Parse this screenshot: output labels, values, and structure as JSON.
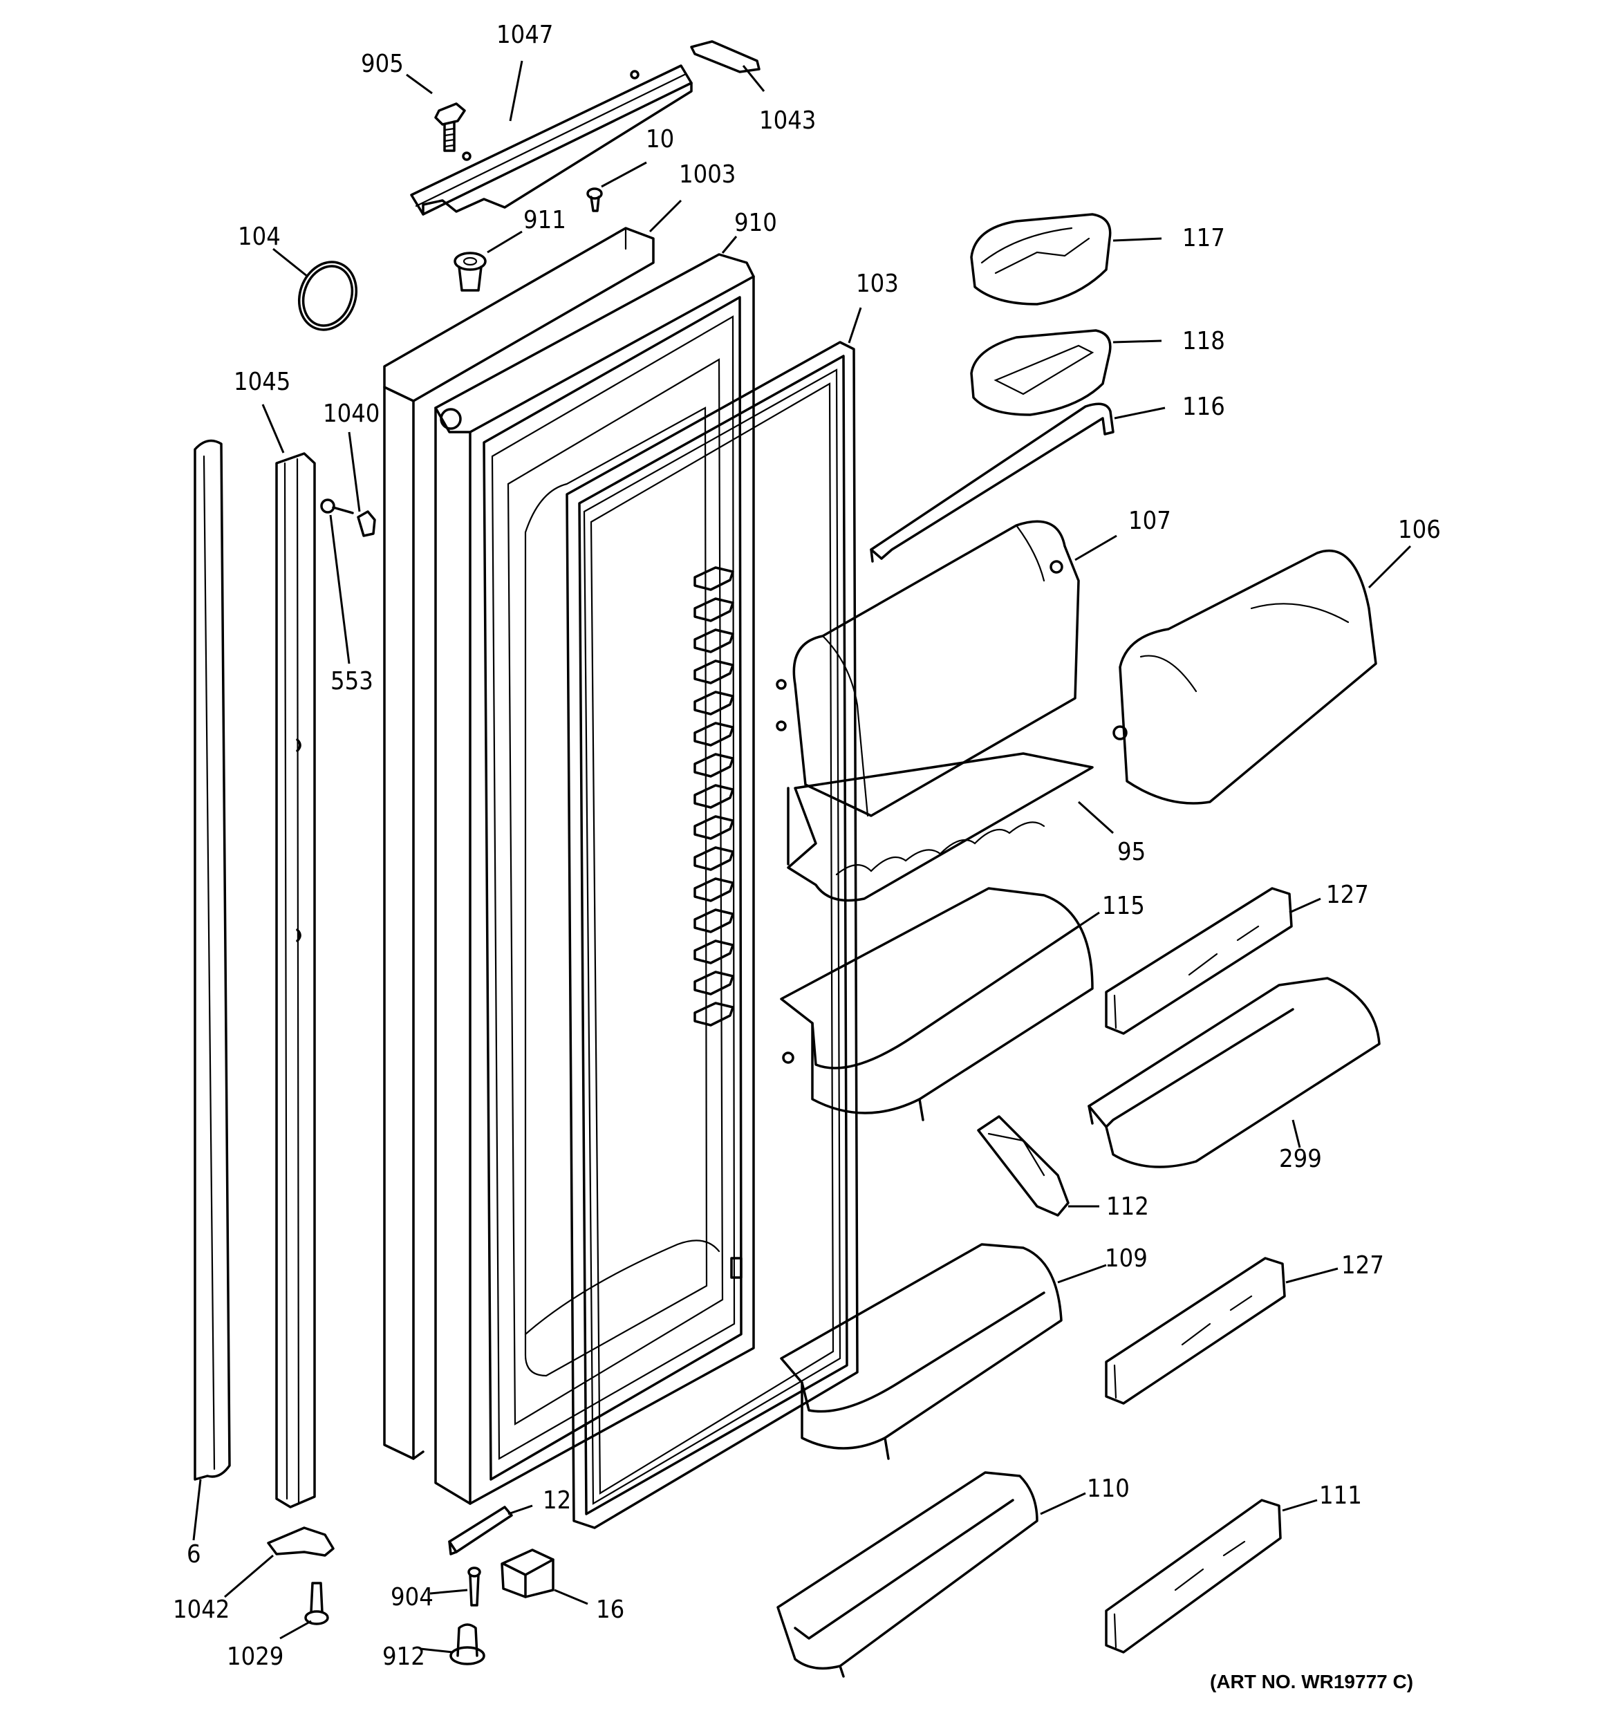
{
  "art_number": "(ART NO. WR19777 C)",
  "callouts": [
    {
      "id": "c905",
      "text": "905"
    },
    {
      "id": "c1047",
      "text": "1047"
    },
    {
      "id": "c1043",
      "text": "1043"
    },
    {
      "id": "c10",
      "text": "10"
    },
    {
      "id": "c1003",
      "text": "1003"
    },
    {
      "id": "c911",
      "text": "911"
    },
    {
      "id": "c910",
      "text": "910"
    },
    {
      "id": "c104",
      "text": "104"
    },
    {
      "id": "c117",
      "text": "117"
    },
    {
      "id": "c103",
      "text": "103"
    },
    {
      "id": "c118",
      "text": "118"
    },
    {
      "id": "c1045",
      "text": "1045"
    },
    {
      "id": "c1040",
      "text": "1040"
    },
    {
      "id": "c116",
      "text": "116"
    },
    {
      "id": "c107",
      "text": "107"
    },
    {
      "id": "c106",
      "text": "106"
    },
    {
      "id": "c553",
      "text": "553"
    },
    {
      "id": "c95",
      "text": "95"
    },
    {
      "id": "c115",
      "text": "115"
    },
    {
      "id": "c127a",
      "text": "127"
    },
    {
      "id": "c299",
      "text": "299"
    },
    {
      "id": "c112",
      "text": "112"
    },
    {
      "id": "c109",
      "text": "109"
    },
    {
      "id": "c127b",
      "text": "127"
    },
    {
      "id": "c110",
      "text": "110"
    },
    {
      "id": "c111",
      "text": "111"
    },
    {
      "id": "c12",
      "text": "12"
    },
    {
      "id": "c6",
      "text": "6"
    },
    {
      "id": "c904",
      "text": "904"
    },
    {
      "id": "c16",
      "text": "16"
    },
    {
      "id": "c1042",
      "text": "1042"
    },
    {
      "id": "c1029",
      "text": "1029"
    },
    {
      "id": "c912",
      "text": "912"
    }
  ]
}
